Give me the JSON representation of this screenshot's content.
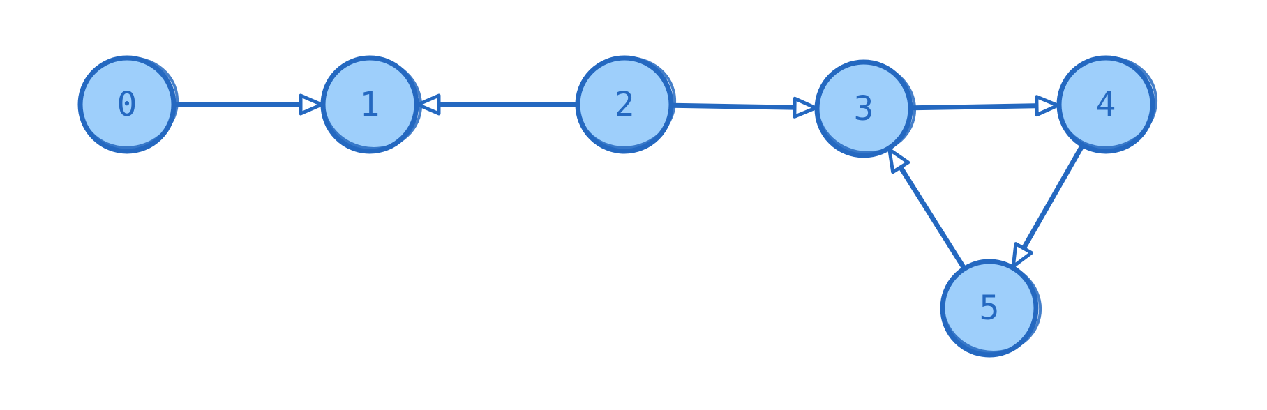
{
  "graph": {
    "directed": true,
    "colors": {
      "node_fill": "#9ecffb",
      "stroke": "#2468c0",
      "label": "#2468c0",
      "arrowhead_fill": "#ffffff"
    },
    "nodes": [
      {
        "id": "0",
        "label": "0"
      },
      {
        "id": "1",
        "label": "1"
      },
      {
        "id": "2",
        "label": "2"
      },
      {
        "id": "3",
        "label": "3"
      },
      {
        "id": "4",
        "label": "4"
      },
      {
        "id": "5",
        "label": "5"
      }
    ],
    "edges": [
      {
        "from": "0",
        "to": "1"
      },
      {
        "from": "2",
        "to": "1"
      },
      {
        "from": "2",
        "to": "3"
      },
      {
        "from": "3",
        "to": "4"
      },
      {
        "from": "4",
        "to": "5"
      },
      {
        "from": "5",
        "to": "3"
      }
    ]
  }
}
